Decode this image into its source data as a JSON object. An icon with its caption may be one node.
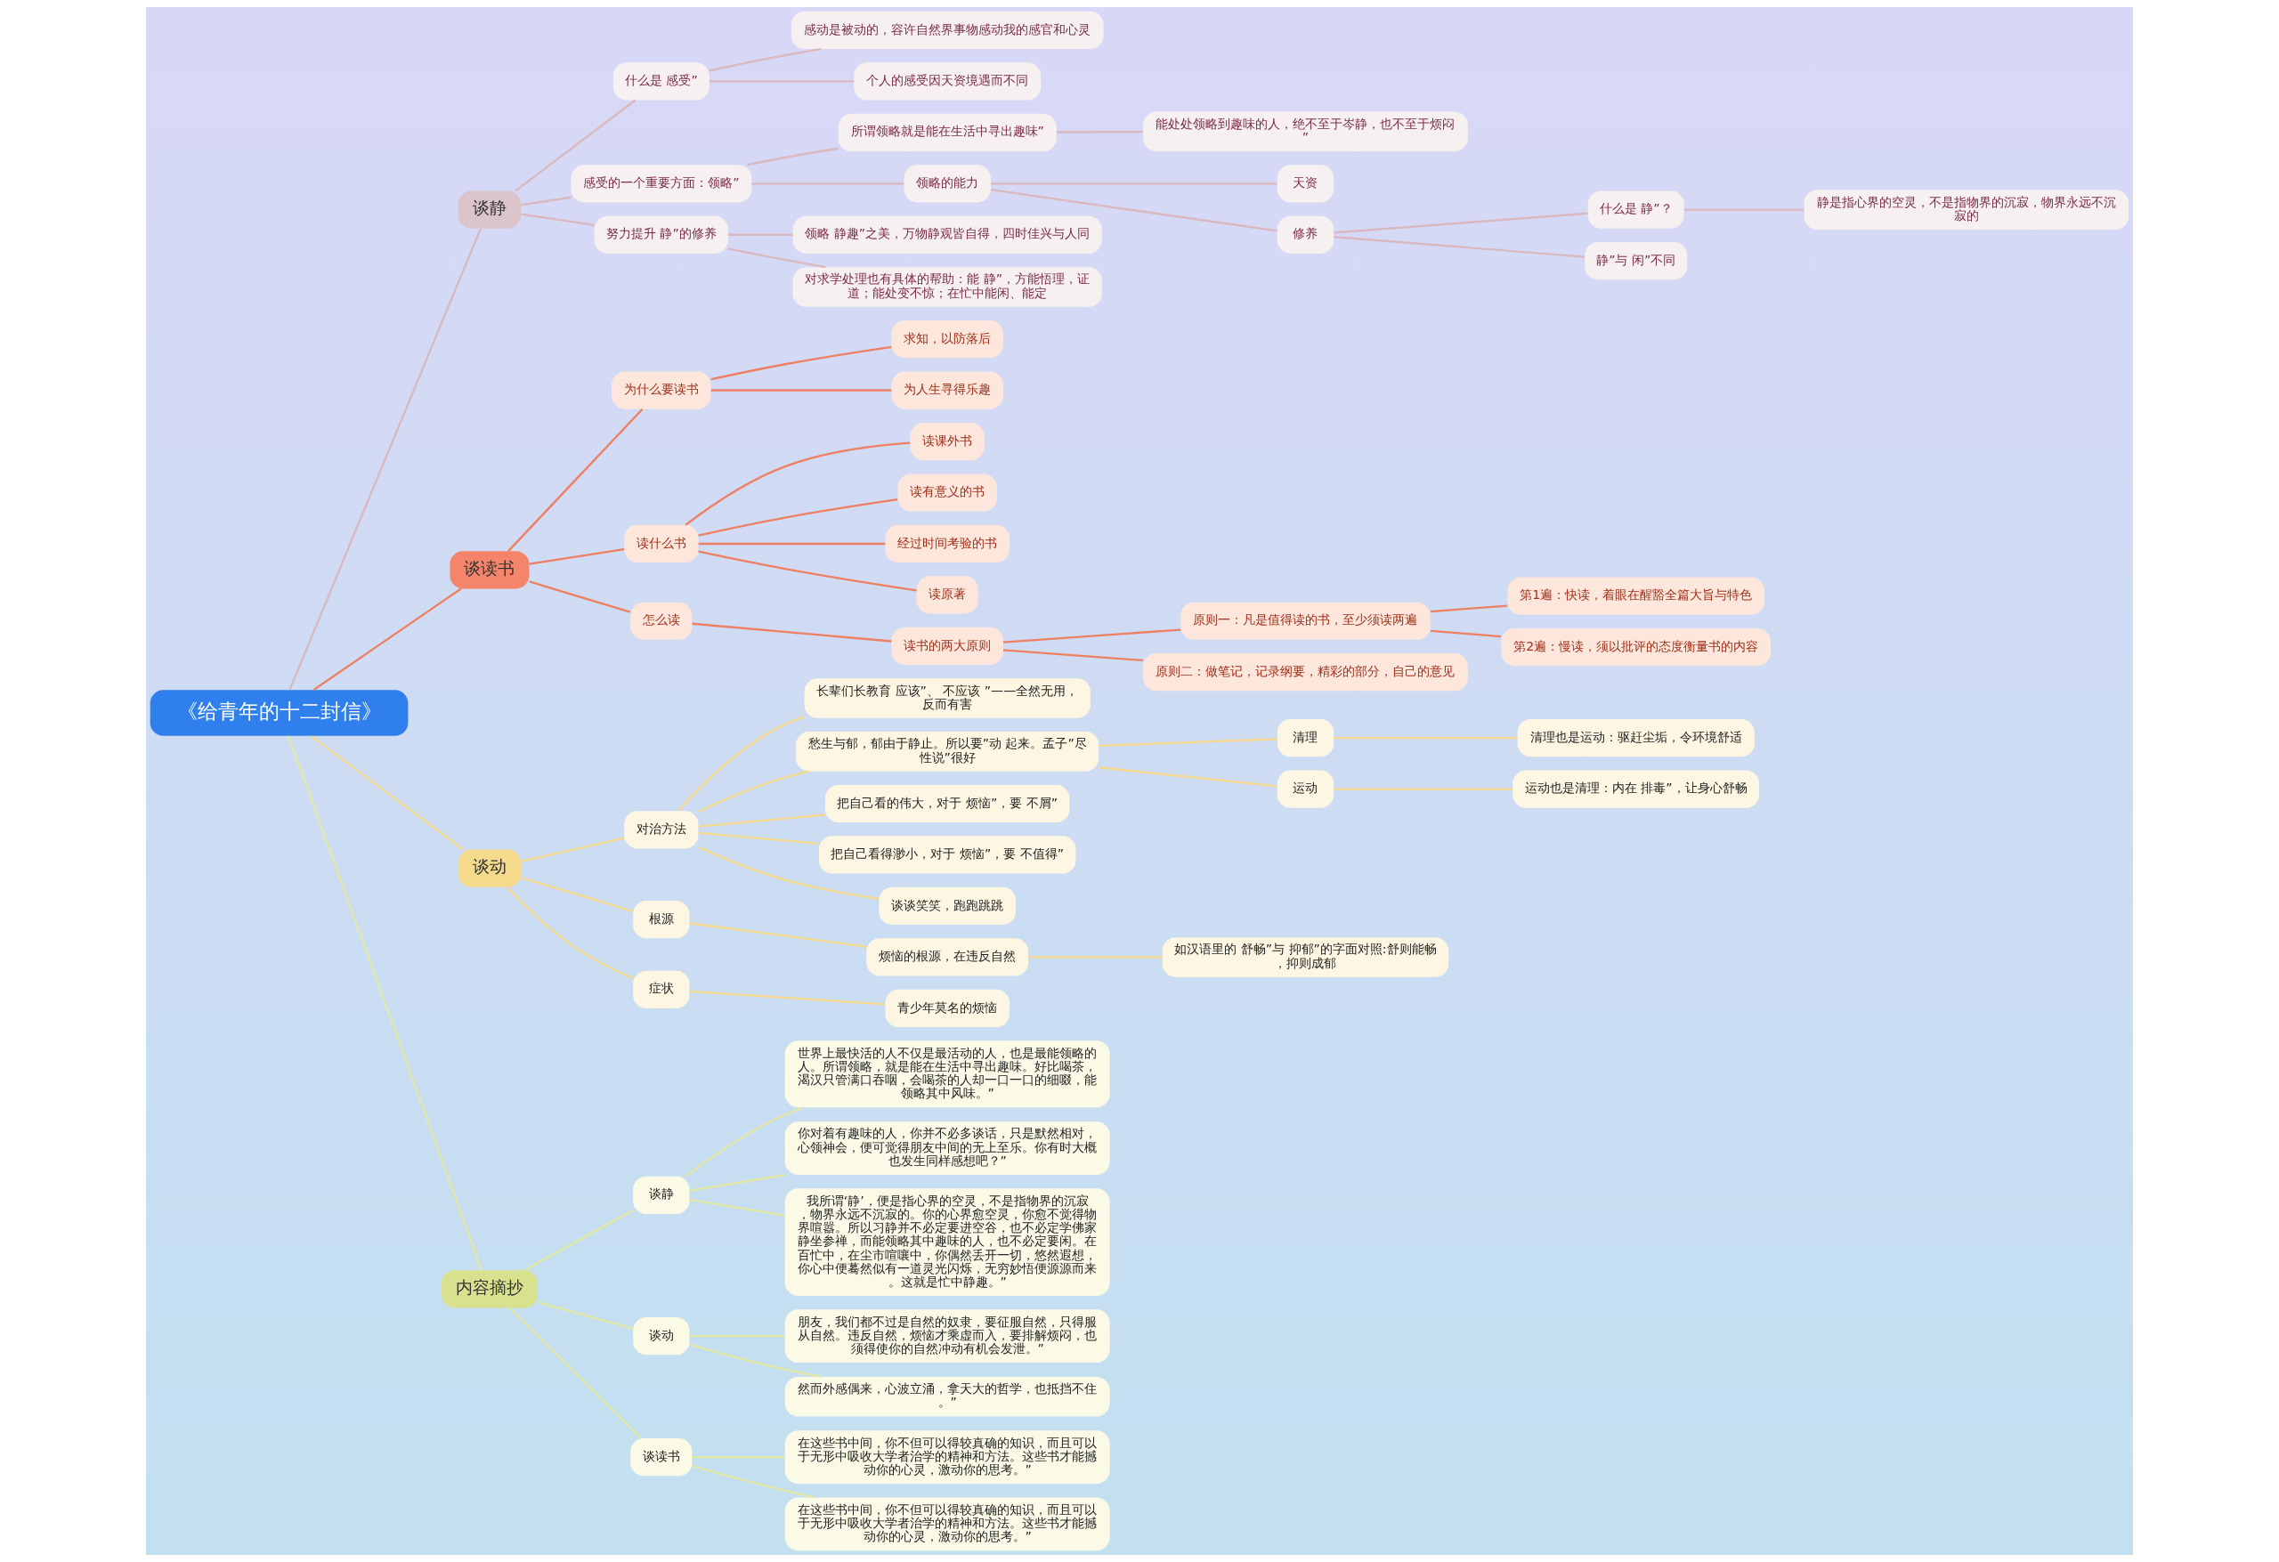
{
  "diagram": {
    "nodes": [
      {
        "text": [
          "《给青年的十二封信》"
        ]
      },
      {
        "text": [
          "谈静"
        ]
      },
      {
        "text": [
          "什么是 感受”"
        ]
      },
      {
        "text": [
          "感动是被动的，容许自然界事物感动我的感官和心灵"
        ]
      },
      {
        "text": [
          "个人的感受因天资境遇而不同"
        ]
      },
      {
        "text": [
          "感受的一个重要方面：领略”"
        ]
      },
      {
        "text": [
          "所谓领略就是能在生活中寻出趣味”"
        ]
      },
      {
        "text": [
          "能处处领略到趣味的人，绝不至于岑静，也不至于烦闷”"
        ]
      },
      {
        "text": [
          "领略的能力"
        ]
      },
      {
        "text": [
          "天资"
        ]
      },
      {
        "text": [
          "修养"
        ]
      },
      {
        "text": [
          "什么是 静”？"
        ]
      },
      {
        "text": [
          "静是指心界的空灵，不是指物界的沉寂，物界永远不沉寂的"
        ]
      },
      {
        "text": [
          "静”与 闲”不同"
        ]
      },
      {
        "text": [
          "努力提升 静”的修养"
        ]
      },
      {
        "text": [
          "领略 静趣”之美，万物静观皆自得，四时佳兴与人同"
        ]
      },
      {
        "text": [
          "对求学处理也有具体的帮助：能 静”，方能悟理，证道；能处变不惊；在忙中能闲、能定"
        ]
      },
      {
        "text": [
          "谈读书"
        ]
      },
      {
        "text": [
          "为什么要读书"
        ]
      },
      {
        "text": [
          "求知，以防落后"
        ]
      },
      {
        "text": [
          "为人生寻得乐趣"
        ]
      },
      {
        "text": [
          "读什么书"
        ]
      },
      {
        "text": [
          "读课外书"
        ]
      },
      {
        "text": [
          "读有意义的书"
        ]
      },
      {
        "text": [
          "经过时间考验的书"
        ]
      },
      {
        "text": [
          "读原著"
        ]
      },
      {
        "text": [
          "怎么读"
        ]
      },
      {
        "text": [
          "读书的两大原则"
        ]
      },
      {
        "text": [
          "原则一：凡是值得读的书，至少须读两遍"
        ]
      },
      {
        "text": [
          "第1遍：快读，着眼在醒豁全篇大旨与特色"
        ]
      },
      {
        "text": [
          "第2遍：慢读，须以批评的态度衡量书的内容"
        ]
      },
      {
        "text": [
          "原则二：做笔记，记录纲要，精彩的部分，自己的意见"
        ]
      },
      {
        "text": [
          "谈动"
        ]
      },
      {
        "text": [
          "对治方法"
        ]
      },
      {
        "text": [
          "长辈们长教育 应该”、 不应该 ”——全然无用，反而有害"
        ]
      },
      {
        "text": [
          "愁生与郁，郁由于静止。所以要”动 起来。孟子”尽性说”很好"
        ]
      },
      {
        "text": [
          "清理"
        ]
      },
      {
        "text": [
          "清理也是运动：驱赶尘垢，令环境舒适"
        ]
      },
      {
        "text": [
          "运动"
        ]
      },
      {
        "text": [
          "运动也是清理：内在 排毒”，让身心舒畅"
        ]
      },
      {
        "text": [
          "把自己看的伟大，对于 烦恼”，要 不屑”"
        ]
      },
      {
        "text": [
          "把自己看得渺小，对于 烦恼”，要 不值得”"
        ]
      },
      {
        "text": [
          "谈谈笑笑，跑跑跳跳"
        ]
      },
      {
        "text": [
          "根源"
        ]
      },
      {
        "text": [
          "烦恼的根源，在违反自然"
        ]
      },
      {
        "text": [
          "如汉语里的 舒畅”与 抑郁”的字面对照:舒则能畅，抑则成郁"
        ]
      },
      {
        "text": [
          "症状"
        ]
      },
      {
        "text": [
          "青少年莫名的烦恼"
        ]
      },
      {
        "text": [
          "内容摘抄"
        ]
      },
      {
        "text": [
          "谈静"
        ]
      },
      {
        "text": [
          "世界上最快活的人不仅是最活动的人，也是最能领略的人。所谓领略，就是能在生活中寻出趣味。好比喝茶，渴汉只管满口吞咽，会喝茶的人却一口一口的细啜，能领略其中风味。”"
        ]
      },
      {
        "text": [
          "你对着有趣味的人，你并不必多谈话，只是默然相对，心领神会，便可觉得朋友中间的无上至乐。你有时大概也发生同样感想吧？”"
        ]
      },
      {
        "text": [
          "我所谓‘静’，便是指心界的空灵，不是指物界的沉寂，物界永远不沉寂的。你的心界愈空灵，你愈不觉得物界喧嚣。所以习静并不必定要进空谷，也不必定学佛家静坐参禅，而能领略其中趣味的人，也不必定要闲。在百忙中，在尘市喧嚷中，你偶然丢开一切，悠然遐想，你心中便蓦然似有一道灵光闪烁，无穷妙悟便源源而来。这就是忙中静趣。”"
        ]
      },
      {
        "text": [
          "谈动"
        ]
      },
      {
        "text": [
          "朋友，我们都不过是自然的奴隶，要征服自然，只得服从自然。违反自然，烦恼才乘虚而入，要排解烦闷，也须得使你的自然冲动有机会发泄。”"
        ]
      },
      {
        "text": [
          "然而外感偶来，心波立涌，拿天大的哲学，也抵挡不住。”"
        ]
      },
      {
        "text": [
          "谈读书"
        ]
      },
      {
        "text": [
          "在这些书中间，你不但可以得较真确的知识，而且可以于无形中吸收大学者治学的精神和方法。这些书才能撼动你的心灵，激动你的思考。”"
        ]
      },
      {
        "text": [
          "在这些书中间，你不但可以得较真确的知识，而且可以于无形中吸收大学者治学的精神和方法。这些书才能撼动你的心灵，激动你的思考。”"
        ]
      }
    ],
    "edges": [
      {
        "from": 0,
        "to": 1,
        "arrow": "none",
        "color": "#d9b8bf"
      },
      {
        "from": 1,
        "to": 2,
        "arrow": "none",
        "color": "#d9b8bf"
      },
      {
        "from": 2,
        "to": 3,
        "arrow": "none",
        "color": "#d9b8bf"
      },
      {
        "from": 2,
        "to": 4,
        "arrow": "none",
        "color": "#d9b8bf"
      },
      {
        "from": 1,
        "to": 5,
        "arrow": "none",
        "color": "#d9b8bf"
      },
      {
        "from": 5,
        "to": 6,
        "arrow": "none",
        "color": "#d9b8bf"
      },
      {
        "from": 6,
        "to": 7,
        "arrow": "none",
        "color": "#d9b8bf"
      },
      {
        "from": 5,
        "to": 8,
        "arrow": "none",
        "color": "#d9b8bf"
      },
      {
        "from": 8,
        "to": 9,
        "arrow": "none",
        "color": "#d9b8bf"
      },
      {
        "from": 8,
        "to": 10,
        "arrow": "none",
        "color": "#d9b8bf"
      },
      {
        "from": 10,
        "to": 11,
        "arrow": "none",
        "color": "#d9b8bf"
      },
      {
        "from": 11,
        "to": 12,
        "arrow": "none",
        "color": "#d9b8bf"
      },
      {
        "from": 10,
        "to": 13,
        "arrow": "none",
        "color": "#d9b8bf"
      },
      {
        "from": 1,
        "to": 14,
        "arrow": "none",
        "color": "#d9b8bf"
      },
      {
        "from": 14,
        "to": 15,
        "arrow": "none",
        "color": "#d9b8bf"
      },
      {
        "from": 14,
        "to": 16,
        "arrow": "none",
        "color": "#d9b8bf"
      },
      {
        "from": 0,
        "to": 17,
        "arrow": "none",
        "color": "#ef7f62"
      },
      {
        "from": 17,
        "to": 18,
        "arrow": "none",
        "color": "#ef7f62"
      },
      {
        "from": 18,
        "to": 19,
        "arrow": "none",
        "color": "#ef7f62"
      },
      {
        "from": 18,
        "to": 20,
        "arrow": "none",
        "color": "#ef7f62"
      },
      {
        "from": 17,
        "to": 21,
        "arrow": "none",
        "color": "#ef7f62"
      },
      {
        "from": 21,
        "to": 22,
        "arrow": "none",
        "color": "#ef7f62"
      },
      {
        "from": 21,
        "to": 23,
        "arrow": "none",
        "color": "#ef7f62"
      },
      {
        "from": 21,
        "to": 24,
        "arrow": "none",
        "color": "#ef7f62"
      },
      {
        "from": 21,
        "to": 25,
        "arrow": "none",
        "color": "#ef7f62"
      },
      {
        "from": 17,
        "to": 26,
        "arrow": "none",
        "color": "#ef7f62"
      },
      {
        "from": 26,
        "to": 27,
        "arrow": "none",
        "color": "#ef7f62"
      },
      {
        "from": 27,
        "to": 28,
        "arrow": "none",
        "color": "#ef7f62"
      },
      {
        "from": 28,
        "to": 29,
        "arrow": "none",
        "color": "#ef7f62"
      },
      {
        "from": 28,
        "to": 30,
        "arrow": "none",
        "color": "#ef7f62"
      },
      {
        "from": 27,
        "to": 31,
        "arrow": "none",
        "color": "#ef7f62"
      },
      {
        "from": 0,
        "to": 32,
        "arrow": "none",
        "color": "#f3d88e"
      },
      {
        "from": 32,
        "to": 33,
        "arrow": "none",
        "color": "#f3d88e"
      },
      {
        "from": 33,
        "to": 34,
        "arrow": "none",
        "color": "#f3d88e"
      },
      {
        "from": 33,
        "to": 35,
        "arrow": "none",
        "color": "#f3d88e"
      },
      {
        "from": 35,
        "to": 36,
        "arrow": "none",
        "color": "#f3d88e"
      },
      {
        "from": 36,
        "to": 37,
        "arrow": "none",
        "color": "#f3d88e"
      },
      {
        "from": 35,
        "to": 38,
        "arrow": "none",
        "color": "#f3d88e"
      },
      {
        "from": 38,
        "to": 39,
        "arrow": "none",
        "color": "#f3d88e"
      },
      {
        "from": 33,
        "to": 40,
        "arrow": "none",
        "color": "#f3d88e"
      },
      {
        "from": 33,
        "to": 41,
        "arrow": "none",
        "color": "#f3d88e"
      },
      {
        "from": 33,
        "to": 42,
        "arrow": "none",
        "color": "#f3d88e"
      },
      {
        "from": 32,
        "to": 43,
        "arrow": "none",
        "color": "#f3d88e"
      },
      {
        "from": 43,
        "to": 44,
        "arrow": "none",
        "color": "#f3d88e"
      },
      {
        "from": 44,
        "to": 45,
        "arrow": "none",
        "color": "#f3d88e"
      },
      {
        "from": 32,
        "to": 46,
        "arrow": "none",
        "color": "#f3d88e"
      },
      {
        "from": 46,
        "to": 47,
        "arrow": "none",
        "color": "#f3d88e"
      },
      {
        "from": 0,
        "to": 48,
        "arrow": "none",
        "color": "#e2e8a6"
      },
      {
        "from": 48,
        "to": 49,
        "arrow": "none",
        "color": "#e2e8a6"
      },
      {
        "from": 49,
        "to": 50,
        "arrow": "none",
        "color": "#e2e8a6"
      },
      {
        "from": 49,
        "to": 51,
        "arrow": "none",
        "color": "#e2e8a6"
      },
      {
        "from": 49,
        "to": 52,
        "arrow": "none",
        "color": "#e2e8a6"
      },
      {
        "from": 48,
        "to": 53,
        "arrow": "none",
        "color": "#e2e8a6"
      },
      {
        "from": 53,
        "to": 54,
        "arrow": "none",
        "color": "#e2e8a6"
      },
      {
        "from": 53,
        "to": 55,
        "arrow": "none",
        "color": "#e2e8a6"
      },
      {
        "from": 48,
        "to": 56,
        "arrow": "none",
        "color": "#e2e8a6"
      },
      {
        "from": 56,
        "to": 57,
        "arrow": "none",
        "color": "#e2e8a6"
      },
      {
        "from": 56,
        "to": 58,
        "arrow": "none",
        "color": "#e2e8a6"
      }
    ]
  }
}
